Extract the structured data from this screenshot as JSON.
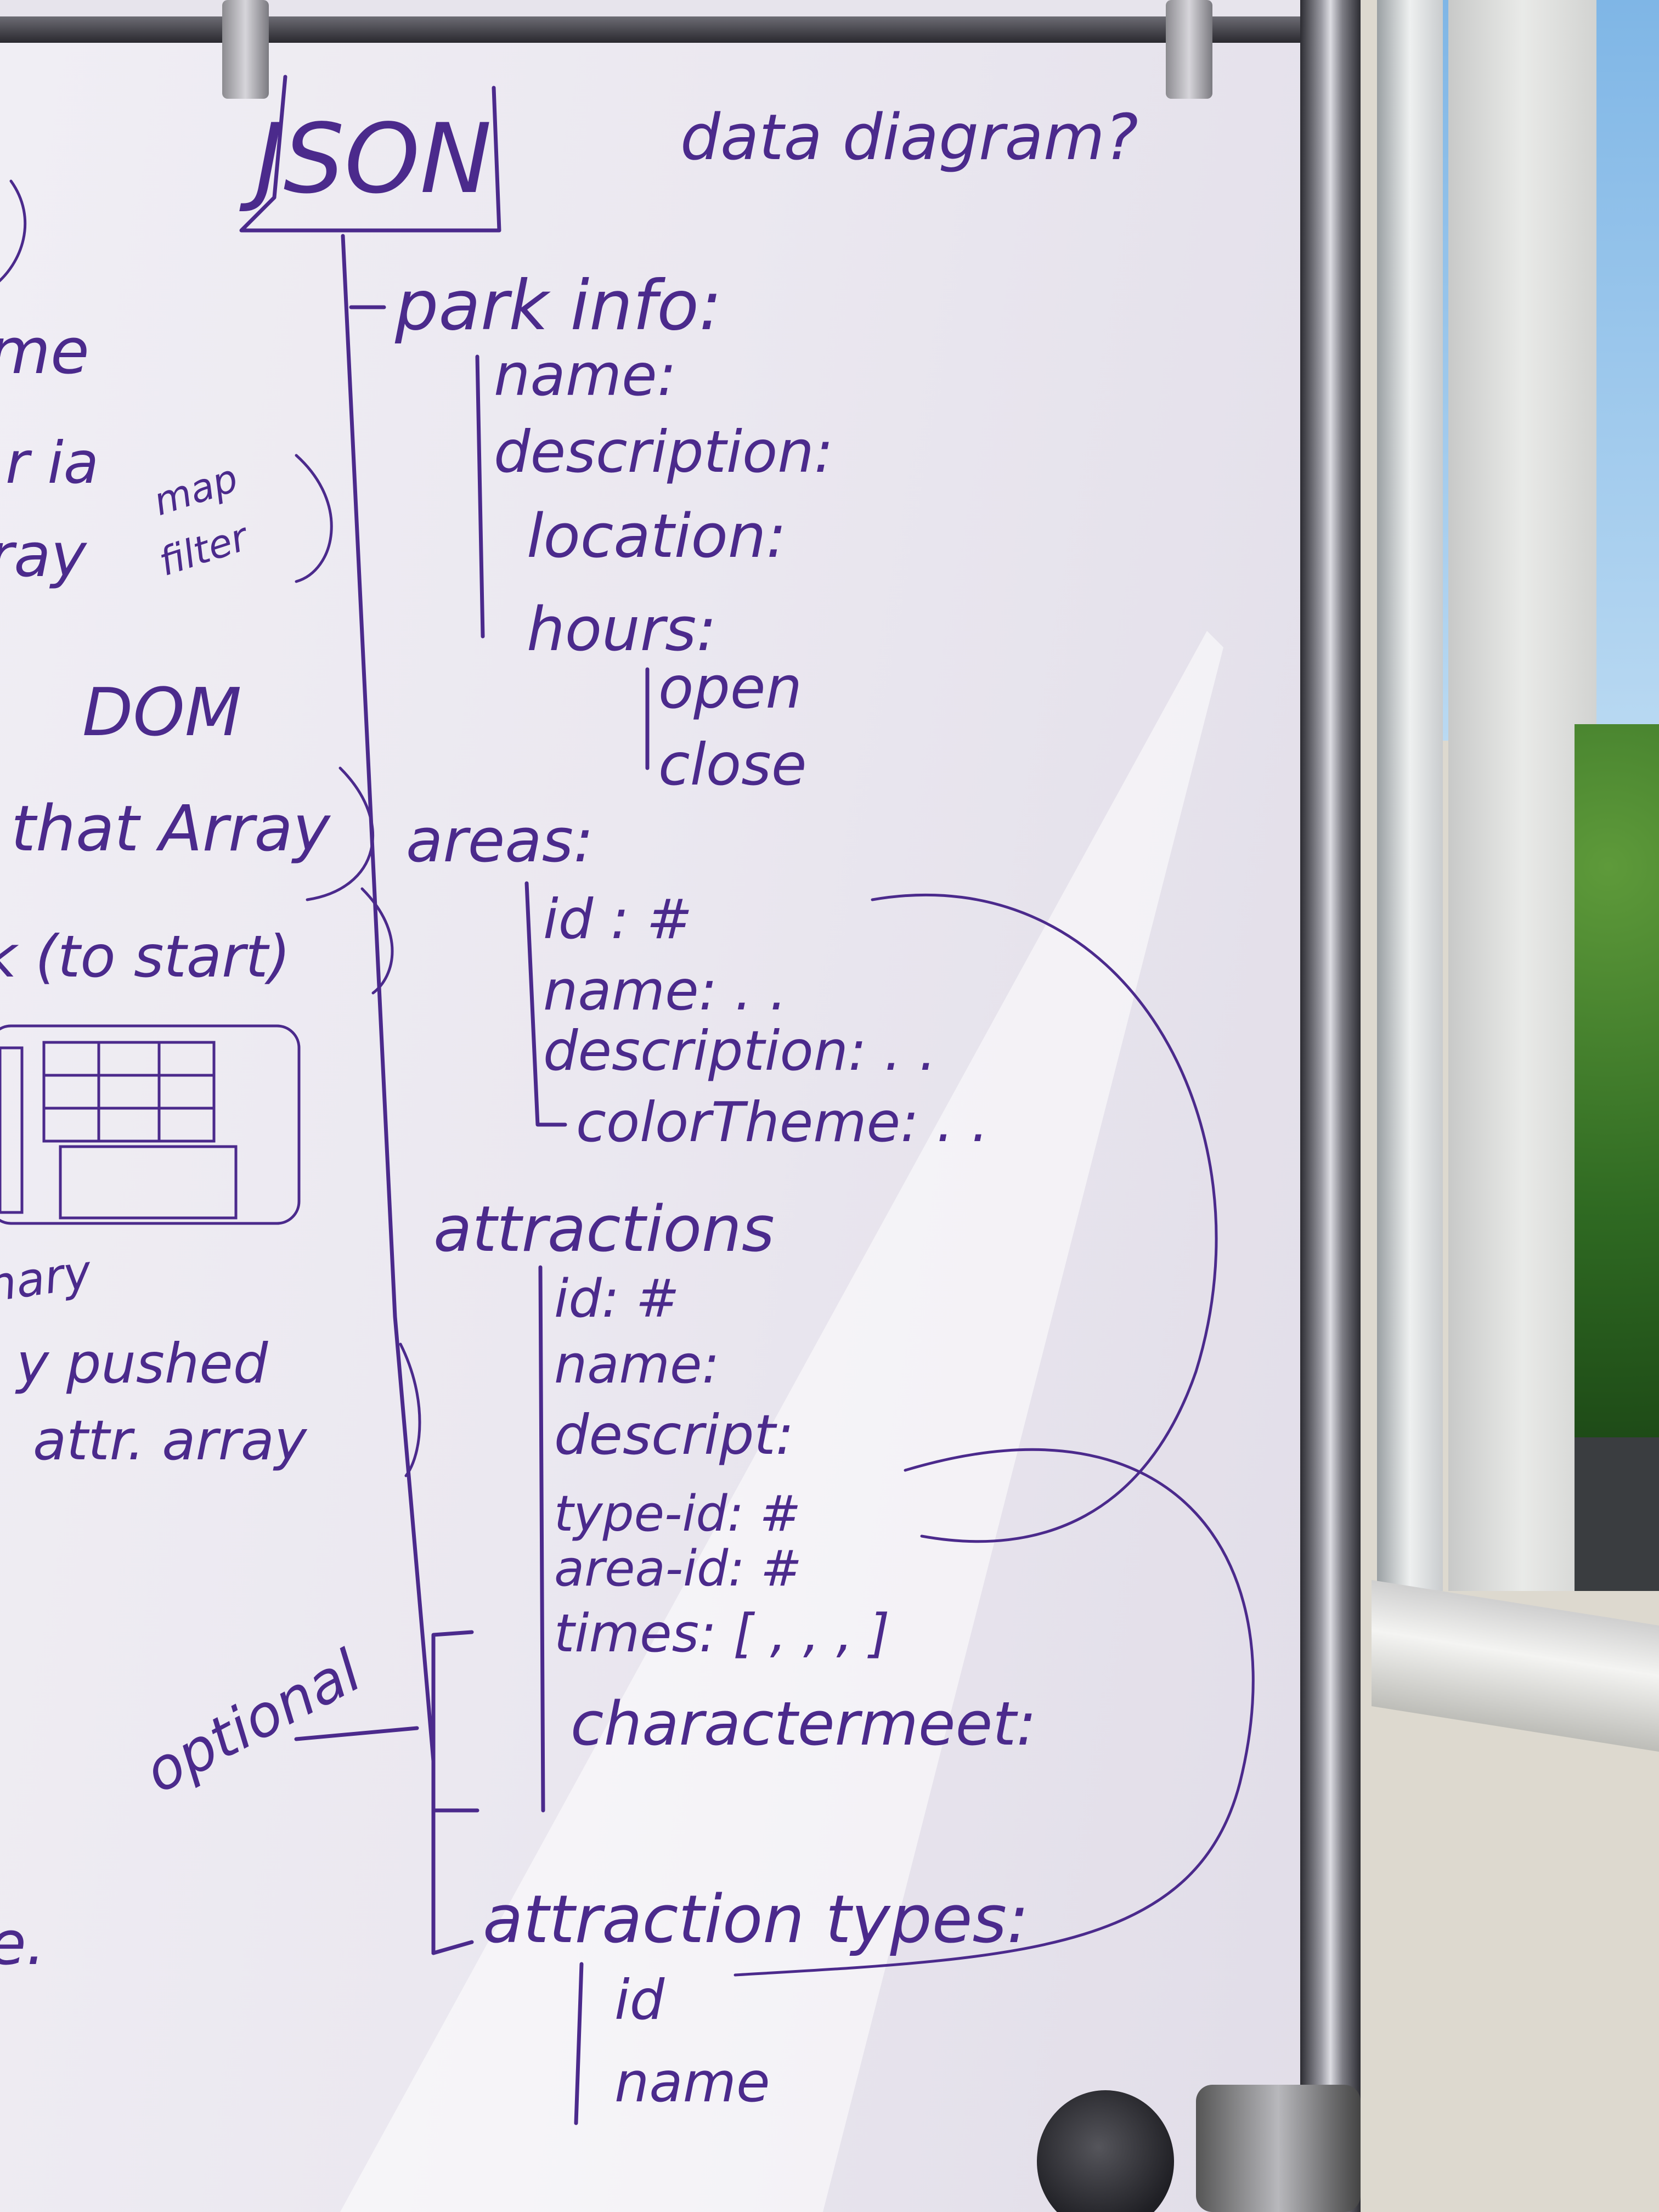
{
  "whiteboard": {
    "header": {
      "title": "JSON",
      "question": "data diagram?"
    },
    "tree": {
      "park_info": {
        "label": "park info:",
        "children": [
          "name:",
          "description:",
          "location:",
          "hours:"
        ],
        "hours_children": [
          "open",
          "close"
        ]
      },
      "areas": {
        "label": "areas:",
        "children": [
          "id : #",
          "name: . .",
          "description: . .",
          "colorTheme: . ."
        ]
      },
      "attractions": {
        "label": "attractions",
        "children": [
          "id: #",
          "name:",
          "descript:",
          "type-id: #",
          "area-id: #",
          "times: [ , , , ]",
          "charactermeet:"
        ]
      },
      "attraction_types": {
        "label": "attraction types:",
        "children": [
          "id",
          "name"
        ]
      }
    },
    "optional_label": "optional",
    "left_notes": [
      "me",
      "r ia",
      "ray",
      "map",
      "filter",
      "DOM",
      "that Array",
      "k (to start)",
      "nary",
      "y pushed",
      "attr. array",
      "e."
    ]
  },
  "colors": {
    "marker": "#4b2a8c",
    "board": "#ece9f1",
    "frame": "#2c2c32",
    "sky": "#8fc1ec",
    "trees": "#2f6a22"
  }
}
